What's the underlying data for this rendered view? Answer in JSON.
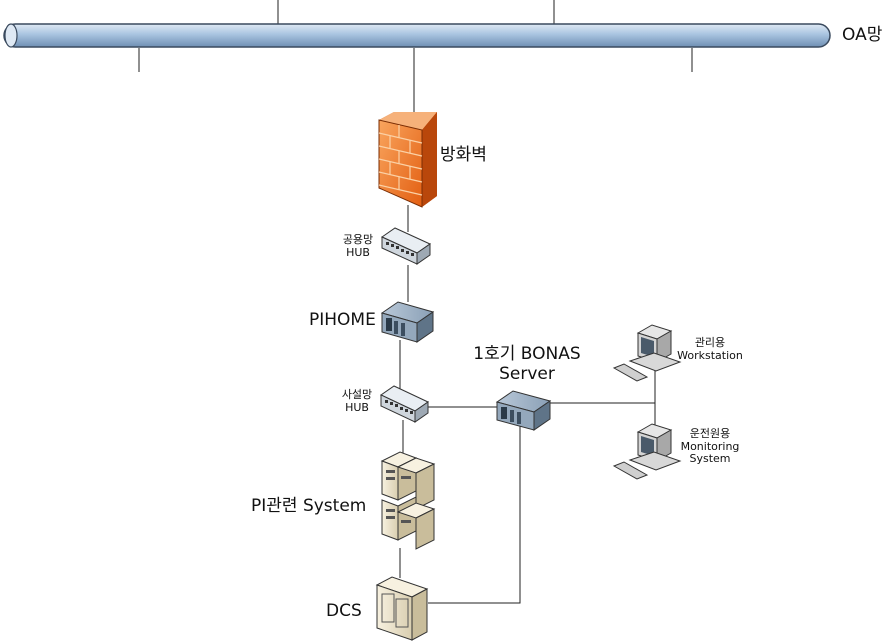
{
  "diagram": {
    "backbone_label": "OA망",
    "firewall_label": "방화벽",
    "public_hub": {
      "line1": "공용망",
      "line2": "HUB"
    },
    "pihome_label": "PIHOME",
    "private_hub": {
      "line1": "사설망",
      "line2": "HUB"
    },
    "bonas_server": {
      "line1": "1호기 BONAS",
      "line2": "Server"
    },
    "pi_system_label": "PI관련 System",
    "dcs_label": "DCS",
    "admin_workstation": {
      "line1": "관리용",
      "line2": "Workstation"
    },
    "monitoring_system": {
      "line1": "운전원용",
      "line2": "Monitoring",
      "line3": "System"
    }
  },
  "colors": {
    "backbone_fill": "#a9c4e0",
    "backbone_stroke": "#3a4a5e",
    "firewall_orange": "#f07a2a",
    "server_blue": "#7a92aa",
    "tower_beige": "#ece3cc",
    "line": "#222222"
  }
}
